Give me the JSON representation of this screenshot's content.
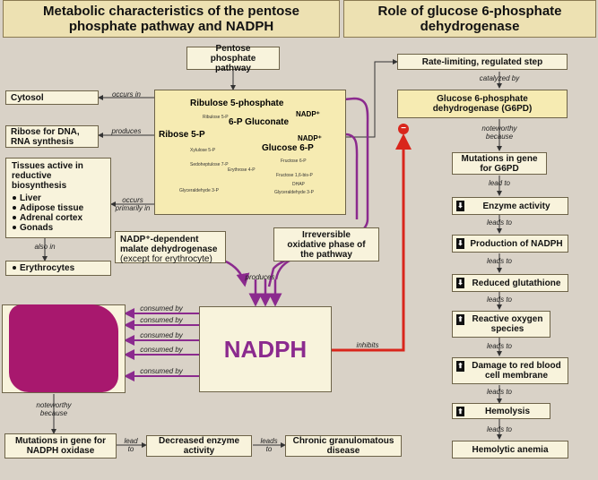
{
  "headers": {
    "left": "Metabolic characteristics of the pentose phosphate pathway and NADPH",
    "right": "Role of glucose 6-phosphate dehydrogenase"
  },
  "ppp_label": "Pentose phosphate pathway",
  "cytosol": "Cytosol",
  "occurs_in": "occurs in",
  "ribose_dna": "Ribose for DNA, RNA synthesis",
  "produces": "produces",
  "tissues": {
    "title": "Tissues active in reductive biosynthesis",
    "items": [
      "Liver",
      "Adipose tissue",
      "Adrenal cortex",
      "Gonads"
    ]
  },
  "occurs_primarily_in": "occurs primarily in",
  "also_in": "also in",
  "erythrocytes": "Erythrocytes",
  "pathway": {
    "ribulose": "Ribulose 5-phosphate",
    "gluconate": "6-P Gluconate",
    "glucose": "Glucose 6-P",
    "ribose": "Ribose 5-P",
    "nadp1": "NADP⁺",
    "nadp2": "NADP⁺",
    "small": [
      "Ribulose 5-P",
      "Xylulose 5-P",
      "Sedoheptulose 7-P",
      "Erythrose 4-P",
      "Glyceraldehyde 3-P",
      "Fructose 6-P",
      "Fructose 1,6-bis-P",
      "DHAP",
      "Glyceraldehyde 3-P"
    ]
  },
  "malate": "NADP⁺-dependent malate dehydrogenase",
  "malate_note": "(except for erythrocyte)",
  "oxidative": "Irreversible oxidative phase of the pathway",
  "produces2": "produces",
  "nadph": "NADPH",
  "inhibits": "inhibits",
  "consumed_by": [
    "consumed by",
    "consumed by",
    "consumed by",
    "consumed by",
    "consumed by"
  ],
  "noteworthy_left": "noteworthy because",
  "mutations_nadph": "Mutations in gene for NADPH oxidase",
  "lead_to": "lead to",
  "decreased": "Decreased enzyme activity",
  "leads_to": "leads to",
  "granulomatous": "Chronic granulomatous disease",
  "right_chain": {
    "rate_limiting": "Rate-limiting, regulated step",
    "catalyzed_by": "catalyzed by",
    "g6pd": "Glucose 6-phosphate dehydrogenase (G6PD)",
    "noteworthy": "noteworthy because",
    "mutations": "Mutations in gene for G6PD",
    "lead_to": "lead to",
    "enzyme_activity": "Enzyme activity",
    "leads_to_1": "leads to",
    "production_nadph": "Production of NADPH",
    "leads_to_2": "leads to",
    "reduced_glutathione": "Reduced glutathione",
    "leads_to_3": "leads to",
    "ros": "Reactive oxygen species",
    "leads_to_4": "leads to",
    "damage": "Damage to red blood cell membrane",
    "leads_to_5": "leads to",
    "hemolysis": "Hemolysis",
    "leads_to_6": "leads to",
    "anemia": "Hemolytic anemia",
    "down_glyph": "⬇",
    "up_glyph": "⬆",
    "minus_glyph": "−"
  },
  "colors": {
    "purple": "#8b2a8e",
    "red": "#d9261c",
    "redaction": "#a8186e",
    "background": "#d9d2c7"
  }
}
